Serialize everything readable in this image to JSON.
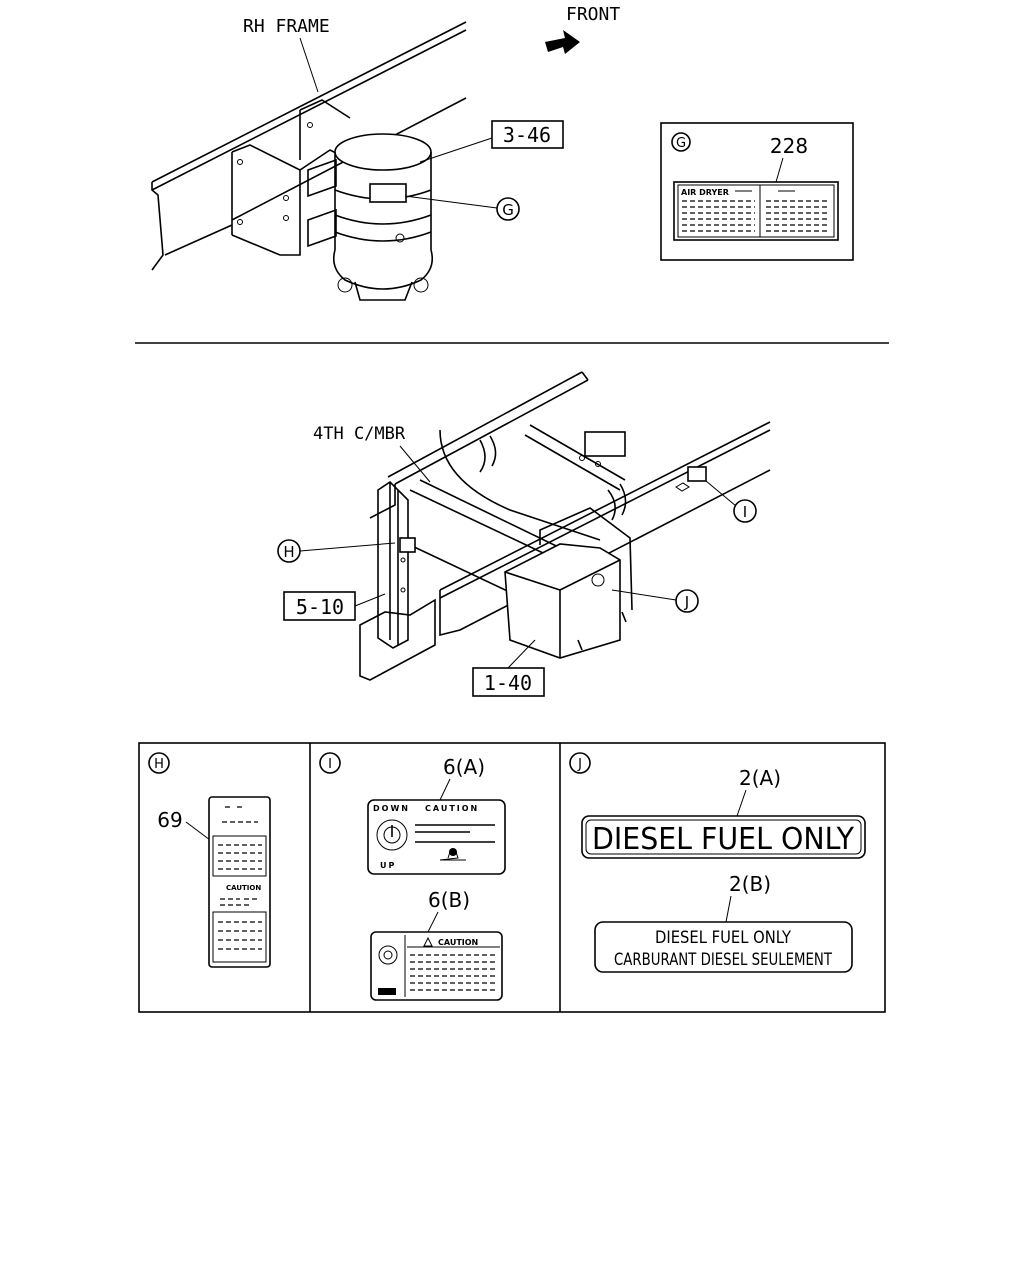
{
  "top": {
    "frame_label": "RH FRAME",
    "front_label": "FRONT",
    "part_ref": "3-46",
    "callout": "G"
  },
  "detail_g": {
    "letter": "G",
    "part_no": "228",
    "label_title": "AIR DRYER"
  },
  "middle": {
    "member_label": "4TH C/MBR",
    "callouts": [
      "H",
      "I",
      "J"
    ],
    "part_refs": [
      "5-10",
      "1-40"
    ]
  },
  "details": {
    "h": {
      "letter": "H",
      "part_no": "69",
      "caution": "CAUTION"
    },
    "i": {
      "letter": "I",
      "part_a": "6(A)",
      "part_b": "6(B)",
      "a_down": "DOWN",
      "a_caution": "CAUTION",
      "a_up": "UP",
      "b_caution": "CAUTION"
    },
    "j": {
      "letter": "J",
      "part_a": "2(A)",
      "part_b": "2(B)",
      "label_a": "DIESEL FUEL ONLY",
      "label_b_line1": "DIESEL FUEL ONLY",
      "label_b_line2": "CARBURANT DIESEL SEULEMENT"
    }
  }
}
